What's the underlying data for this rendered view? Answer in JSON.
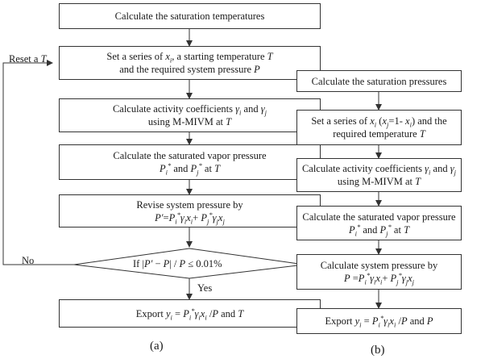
{
  "flowchart_a": {
    "caption": "(a)",
    "s1": "Calculate the saturation temperatures",
    "s2_l1_pre": "Set a series of ",
    "s2_l1_mid": ", a starting temperature ",
    "s2_l2_pre": "and the required system pressure ",
    "s3_l1": "Calculate activity coefficients γi and γj",
    "s3_l2": "using M-MIVM at T",
    "s4_l1": "Calculate the saturated vapor pressure",
    "s4_l2": "Pi* and Pj* at T",
    "s5_l1": "Revise system pressure by",
    "s5_l2": "P′=Pi*γixi+ Pj*γjxj",
    "decision": "If |P′ − P| / P ≤ 0.01%",
    "export": "Export yi = Pi*γixi /P and T",
    "no_label": "No",
    "yes_label": "Yes",
    "reset_label": "Reset a T"
  },
  "flowchart_b": {
    "caption": "(b)",
    "s1": "Calculate the saturation pressures",
    "s2_l1": "Set a series of xi (xj=1- xi) and the",
    "s2_l2": "required temperature T",
    "s3_l1": "Calculate activity coefficients γi and γj",
    "s3_l2": "using M-MIVM at T",
    "s4_l1": "Calculate the saturated vapor pressure",
    "s4_l2": "Pi* and Pj* at T",
    "s5_l1": "Calculate system pressure by",
    "s5_l2": "P =Pi*γixi+ Pj*γjxj",
    "export": "Export yi = Pi*γixi /P and P"
  }
}
